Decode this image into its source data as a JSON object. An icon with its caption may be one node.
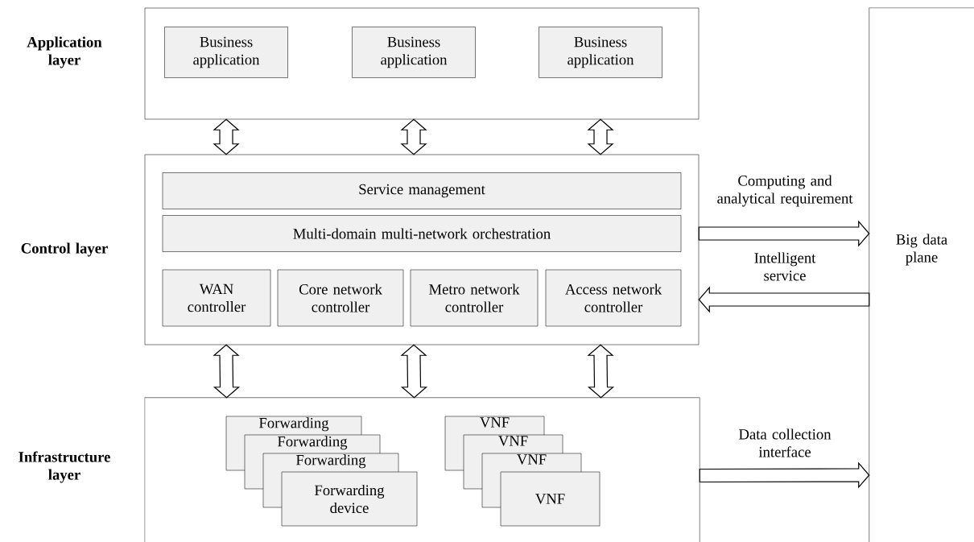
{
  "diagram": {
    "nodes": [
      {
        "text": [
          "Application layer"
        ]
      },
      {
        "text": [
          "Business application"
        ],
        "in": 0
      },
      {
        "text": [
          "Business application"
        ],
        "in": 0
      },
      {
        "text": [
          "Business application"
        ],
        "in": 0
      },
      {
        "text": [
          "Control layer"
        ]
      },
      {
        "text": [
          "Service management"
        ],
        "in": 4
      },
      {
        "text": [
          "Multi-domain multi-network orchestration"
        ],
        "in": 4
      },
      {
        "text": [
          "WAN controller"
        ],
        "in": 4
      },
      {
        "text": [
          "Core network controller"
        ],
        "in": 4
      },
      {
        "text": [
          "Metro network controller"
        ],
        "in": 4
      },
      {
        "text": [
          "Access network controller"
        ],
        "in": 4
      },
      {
        "text": [
          "Infrastructure layer"
        ]
      },
      {
        "text": [
          "Forwarding"
        ],
        "in": 11
      },
      {
        "text": [
          "Forwarding"
        ],
        "in": 11
      },
      {
        "text": [
          "Forwarding"
        ],
        "in": 11
      },
      {
        "text": [
          "Forwarding device"
        ],
        "in": 11
      },
      {
        "text": [
          "VNF"
        ],
        "in": 11
      },
      {
        "text": [
          "VNF"
        ],
        "in": 11
      },
      {
        "text": [
          "VNF"
        ],
        "in": 11
      },
      {
        "text": [
          "VNF"
        ],
        "in": 11
      },
      {
        "text": [
          "Big data plane"
        ]
      }
    ],
    "edges": [
      {
        "from": 0,
        "to": 4,
        "arrow": "both"
      },
      {
        "from": 0,
        "to": 4,
        "arrow": "both"
      },
      {
        "from": 0,
        "to": 4,
        "arrow": "both"
      },
      {
        "from": 4,
        "to": 11,
        "arrow": "both"
      },
      {
        "from": 4,
        "to": 11,
        "arrow": "both"
      },
      {
        "from": 4,
        "to": 11,
        "arrow": "both"
      },
      {
        "from": 4,
        "to": 20,
        "arrow": "to",
        "label": "Computing and analytical requirement"
      },
      {
        "from": 20,
        "to": 4,
        "arrow": "to",
        "label": "Intelligent service"
      },
      {
        "from": 11,
        "to": 20,
        "arrow": "to",
        "label": "Data collection interface"
      }
    ]
  }
}
